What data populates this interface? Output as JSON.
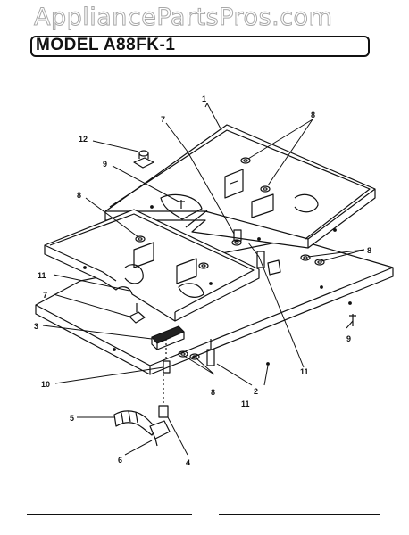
{
  "watermark": "AppliancePartsPros.com",
  "model_title": "MODEL A88FK-1",
  "callouts": [
    {
      "id": "c1",
      "label": "1"
    },
    {
      "id": "c7a",
      "label": "7"
    },
    {
      "id": "c8a",
      "label": "8"
    },
    {
      "id": "c12",
      "label": "12"
    },
    {
      "id": "c9a",
      "label": "9"
    },
    {
      "id": "c8b",
      "label": "8"
    },
    {
      "id": "c8c",
      "label": "8"
    },
    {
      "id": "c11a",
      "label": "11"
    },
    {
      "id": "c7b",
      "label": "7"
    },
    {
      "id": "c3",
      "label": "3"
    },
    {
      "id": "c9b",
      "label": "9"
    },
    {
      "id": "c10",
      "label": "10"
    },
    {
      "id": "c11b",
      "label": "11"
    },
    {
      "id": "c2",
      "label": "2"
    },
    {
      "id": "c11c",
      "label": "11"
    },
    {
      "id": "c8d",
      "label": "8"
    },
    {
      "id": "c5",
      "label": "5"
    },
    {
      "id": "c4",
      "label": "4"
    },
    {
      "id": "c6",
      "label": "6"
    }
  ],
  "colors": {
    "ink": "#111111",
    "paper": "#ffffff",
    "watermark": "#9a9a9a"
  }
}
